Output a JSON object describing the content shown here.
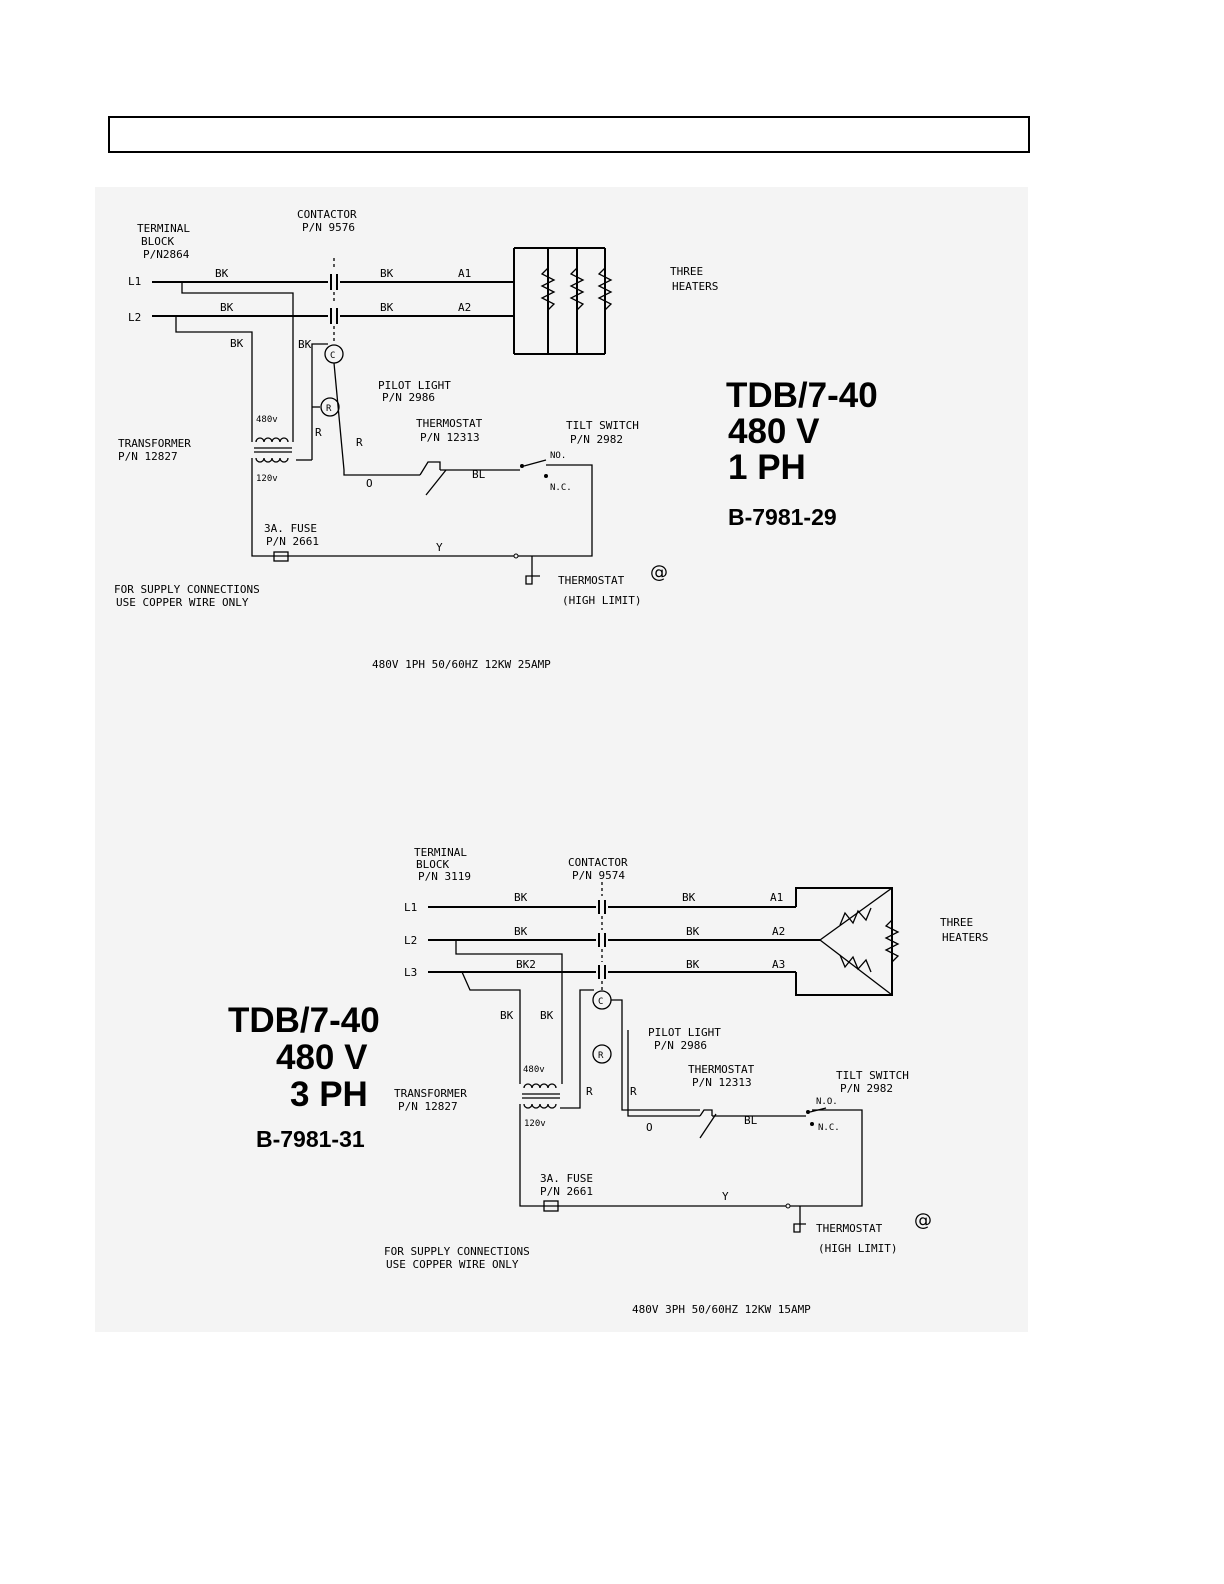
{
  "header": {
    "text": ""
  },
  "diagram_1ph": {
    "terminal_block": [
      "TERMINAL",
      "BLOCK",
      "P/N2864"
    ],
    "contactor": [
      "CONTACTOR",
      "P/N 9576"
    ],
    "lines": {
      "l1": "L1",
      "l2": "L2"
    },
    "wires": {
      "bk": "BK",
      "a1": "A1",
      "a2": "A2",
      "r": "R",
      "o": "O",
      "bl": "BL",
      "y": "Y"
    },
    "heaters": [
      "THREE",
      "HEATERS"
    ],
    "pilot_light": [
      "PILOT LIGHT",
      "P/N 2986"
    ],
    "thermostat": [
      "THERMOSTAT",
      "P/N 12313"
    ],
    "tilt_switch": [
      "TILT SWITCH",
      "P/N 2982"
    ],
    "transformer": [
      "TRANSFORMER",
      "P/N 12827"
    ],
    "primary": "480v",
    "secondary": "120v",
    "fuse": [
      "3A. FUSE",
      "P/N 2661"
    ],
    "no": "NO.",
    "nc": "N.C.",
    "coil": "C",
    "lamp": "R",
    "high_limit": [
      "THERMOSTAT",
      "(HIGH LIMIT)"
    ],
    "at_mark": "@",
    "supply_note": [
      "FOR SUPPLY CONNECTIONS",
      "USE COPPER WIRE ONLY"
    ],
    "rating": "480V 1PH 50/60HZ 12KW 25AMP",
    "title": [
      "TDB/7-40",
      "480 V",
      "1 PH"
    ],
    "drawing_no": "B-7981-29"
  },
  "diagram_3ph": {
    "terminal_block": [
      "TERMINAL",
      "BLOCK",
      "P/N 3119"
    ],
    "contactor": [
      "CONTACTOR",
      "P/N 9574"
    ],
    "lines": {
      "l1": "L1",
      "l2": "L2",
      "l3": "L3"
    },
    "wires": {
      "bk": "BK",
      "bk2": "BK2",
      "a1": "A1",
      "a2": "A2",
      "a3": "A3",
      "r": "R",
      "o": "O",
      "bl": "BL",
      "y": "Y"
    },
    "heaters": [
      "THREE",
      "HEATERS"
    ],
    "pilot_light": [
      "PILOT LIGHT",
      "P/N 2986"
    ],
    "thermostat": [
      "THERMOSTAT",
      "P/N 12313"
    ],
    "tilt_switch": [
      "TILT SWITCH",
      "P/N 2982"
    ],
    "transformer": [
      "TRANSFORMER",
      "P/N 12827"
    ],
    "primary": "480v",
    "secondary": "120v",
    "fuse": [
      "3A. FUSE",
      "P/N 2661"
    ],
    "no": "N.O.",
    "nc": "N.C.",
    "coil": "C",
    "lamp": "R",
    "high_limit": [
      "THERMOSTAT",
      "(HIGH LIMIT)"
    ],
    "at_mark": "@",
    "supply_note": [
      "FOR SUPPLY CONNECTIONS",
      "USE COPPER WIRE ONLY"
    ],
    "rating": "480V 3PH 50/60HZ 12KW 15AMP",
    "title": [
      "TDB/7-40",
      "480 V",
      "3 PH"
    ],
    "drawing_no": "B-7981-31"
  }
}
